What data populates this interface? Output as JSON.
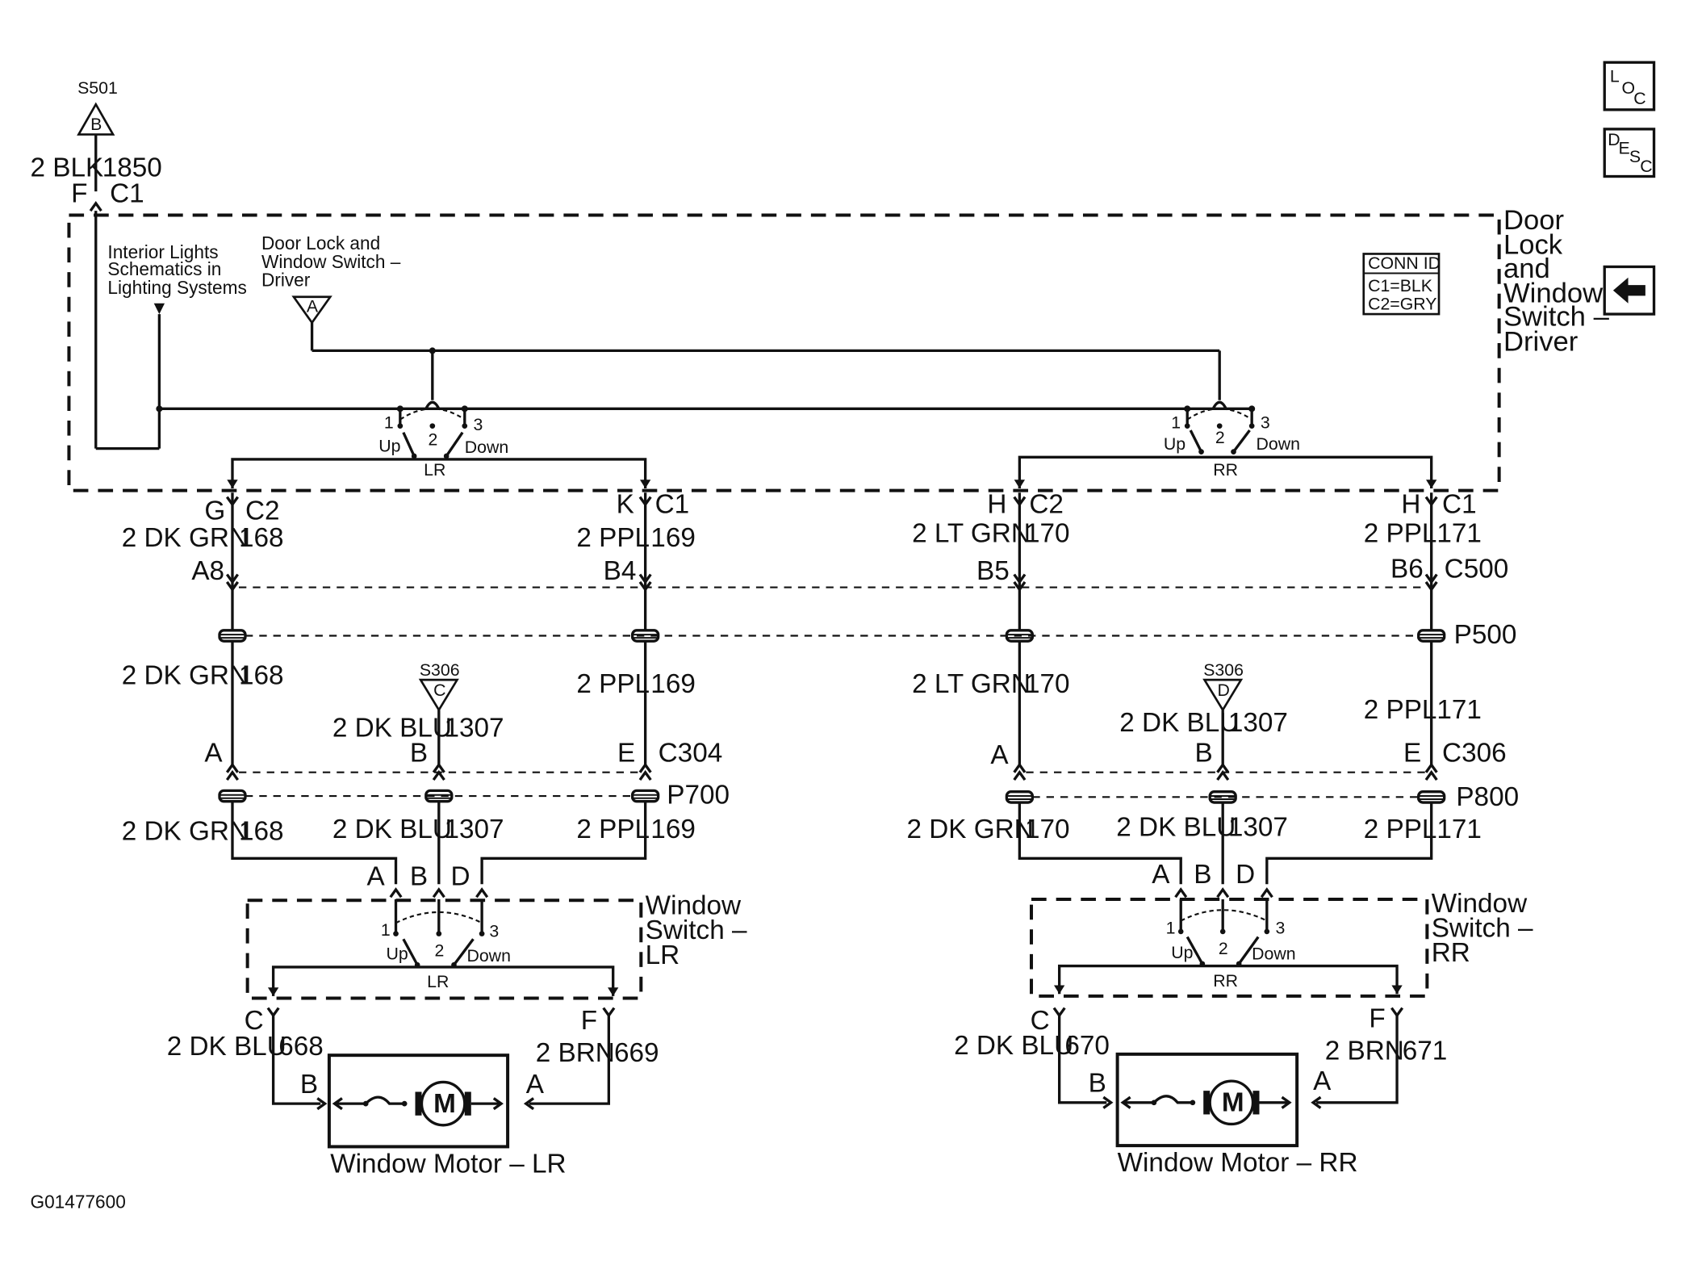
{
  "splice_top": {
    "id": "S501",
    "letter": "B",
    "wire": "2 BLK",
    "circuit": "1850",
    "pin": "F",
    "conn": "C1"
  },
  "driver_switch": {
    "title": [
      "Door",
      "Lock",
      "and",
      "Window",
      "Switch –",
      "Driver"
    ],
    "interior_ref": [
      "Interior Lights",
      "Schematics in",
      "Lighting Systems"
    ],
    "door_ref": [
      "Door Lock and",
      "Window Switch –",
      "Driver"
    ],
    "door_ref_letter": "A",
    "conn_id": {
      "header": "CONN ID",
      "c1": "C1=BLK",
      "c2": "C2=GRY"
    },
    "lr": {
      "n1": "1",
      "n2": "2",
      "n3": "3",
      "up": "Up",
      "down": "Down",
      "name": "LR"
    },
    "rr": {
      "n1": "1",
      "n2": "2",
      "n3": "3",
      "up": "Up",
      "down": "Down",
      "name": "RR"
    }
  },
  "nav": {
    "loc_icon": "L O C",
    "desc_icon": "D E S C",
    "back_icon": "back-arrow"
  },
  "lr_side": {
    "top_left": {
      "pin": "G",
      "conn": "C2",
      "wire": "2 DK GRN",
      "circuit": "168",
      "c500_pin": "A8"
    },
    "top_right": {
      "pin": "K",
      "conn": "C1",
      "wire": "2 PPL",
      "circuit": "169",
      "c500_pin": "B4"
    },
    "mid_left": {
      "wire": "2 DK GRN",
      "circuit": "168"
    },
    "mid_right": {
      "wire": "2 PPL",
      "circuit": "169"
    },
    "splice": {
      "id": "S306",
      "letter": "C",
      "wire": "2 DK BLU",
      "circuit": "1307"
    },
    "c304_pins": {
      "a": "A",
      "b": "B",
      "e": "E",
      "conn": "C304"
    },
    "p700": "P700",
    "low_left": {
      "wire": "2 DK GRN",
      "circuit": "168"
    },
    "low_mid": {
      "wire": "2 DK BLU",
      "circuit": "1307"
    },
    "low_right": {
      "wire": "2 PPL",
      "circuit": "169"
    },
    "switch_pins": {
      "a": "A",
      "b": "B",
      "d": "D"
    },
    "switch": {
      "title": [
        "Window",
        "Switch –",
        "LR"
      ],
      "n1": "1",
      "n2": "2",
      "n3": "3",
      "up": "Up",
      "down": "Down",
      "name": "LR"
    },
    "out_left": {
      "pin": "C",
      "wire": "2 DK BLU",
      "circuit": "668"
    },
    "out_right": {
      "pin": "F",
      "wire": "2 BRN",
      "circuit": "669"
    },
    "motor": {
      "pin_b": "B",
      "pin_a": "A",
      "symbol": "M",
      "name": "Window Motor – LR"
    }
  },
  "rr_side": {
    "top_left": {
      "pin": "H",
      "conn": "C2",
      "wire": "2 LT GRN",
      "circuit": "170",
      "c500_pin": "B5"
    },
    "top_right": {
      "pin": "H",
      "conn": "C1",
      "wire": "2 PPL",
      "circuit": "171",
      "c500_pin": "B6"
    },
    "c500": "C500",
    "p500": "P500",
    "mid_left": {
      "wire": "2 LT GRN",
      "circuit": "170"
    },
    "mid_right": {
      "wire": "2 PPL",
      "circuit": "171"
    },
    "splice": {
      "id": "S306",
      "letter": "D",
      "wire": "2 DK BLU",
      "circuit": "1307"
    },
    "c306_pins": {
      "a": "A",
      "b": "B",
      "e": "E",
      "conn": "C306"
    },
    "p800": "P800",
    "low_left": {
      "wire": "2 DK GRN",
      "circuit": "170"
    },
    "low_mid": {
      "wire": "2 DK BLU",
      "circuit": "1307"
    },
    "low_right": {
      "wire": "2 PPL",
      "circuit": "171"
    },
    "switch_pins": {
      "a": "A",
      "b": "B",
      "d": "D"
    },
    "switch": {
      "title": [
        "Window",
        "Switch –",
        "RR"
      ],
      "n1": "1",
      "n2": "2",
      "n3": "3",
      "up": "Up",
      "down": "Down",
      "name": "RR"
    },
    "out_left": {
      "pin": "C",
      "wire": "2 DK BLU",
      "circuit": "670"
    },
    "out_right": {
      "pin": "F",
      "wire": "2 BRN",
      "circuit": "671"
    },
    "motor": {
      "pin_b": "B",
      "pin_a": "A",
      "symbol": "M",
      "name": "Window Motor – RR"
    }
  },
  "figure_id": "G01477600"
}
